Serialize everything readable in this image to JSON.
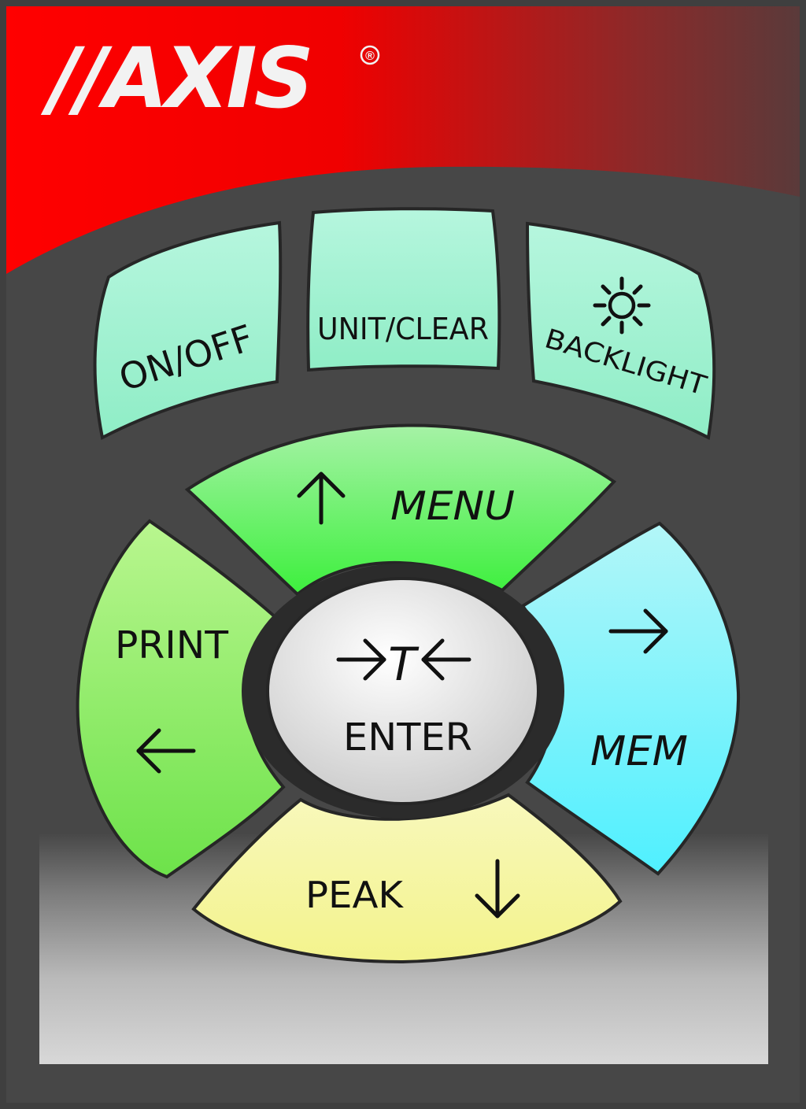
{
  "brand": {
    "logo": "//AXIS",
    "registered_mark": "®",
    "colors": {
      "red": "#ff0000",
      "dark_red": "#8a2a2a",
      "panel": "#474747"
    }
  },
  "keys": {
    "on_off": {
      "label": "ON/OFF",
      "color": "#a9f3d2"
    },
    "unit_clear": {
      "label": "UNIT/CLEAR",
      "color": "#a9f3d2"
    },
    "backlight": {
      "label": "BACKLIGHT",
      "icon": "sun-icon",
      "color": "#a9f3d2"
    },
    "menu": {
      "label": "MENU",
      "icon": "arrow-up-icon",
      "color": "#5cf05c"
    },
    "print": {
      "label": "PRINT",
      "icon": "arrow-left-icon",
      "color": "#9ef071"
    },
    "mem": {
      "label": "MEM",
      "icon": "arrow-right-icon",
      "color": "#7ff4ff"
    },
    "peak": {
      "label": "PEAK",
      "icon": "arrow-down-icon",
      "color": "#f7f7a2"
    },
    "enter": {
      "tare_label": "T",
      "label": "ENTER",
      "icon": "tare-arrows-icon",
      "color": "#e7e7e7"
    }
  }
}
